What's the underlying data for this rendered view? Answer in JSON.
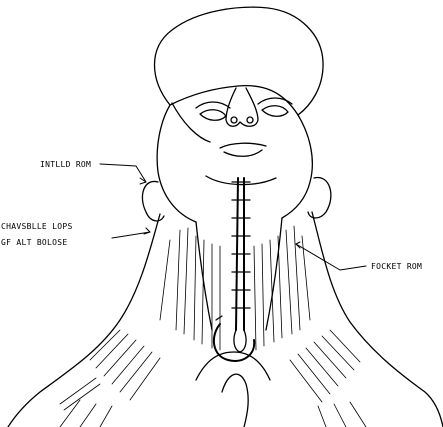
{
  "callouts": {
    "upper": "INTLLD ROM",
    "middle_line1": "CHAVSBLLE LOPS",
    "middle_line2": "GF ALT BOLOSE",
    "right": "FOCKET ROM"
  },
  "colors": {
    "ink": "#000000",
    "paper": "#ffffff"
  }
}
